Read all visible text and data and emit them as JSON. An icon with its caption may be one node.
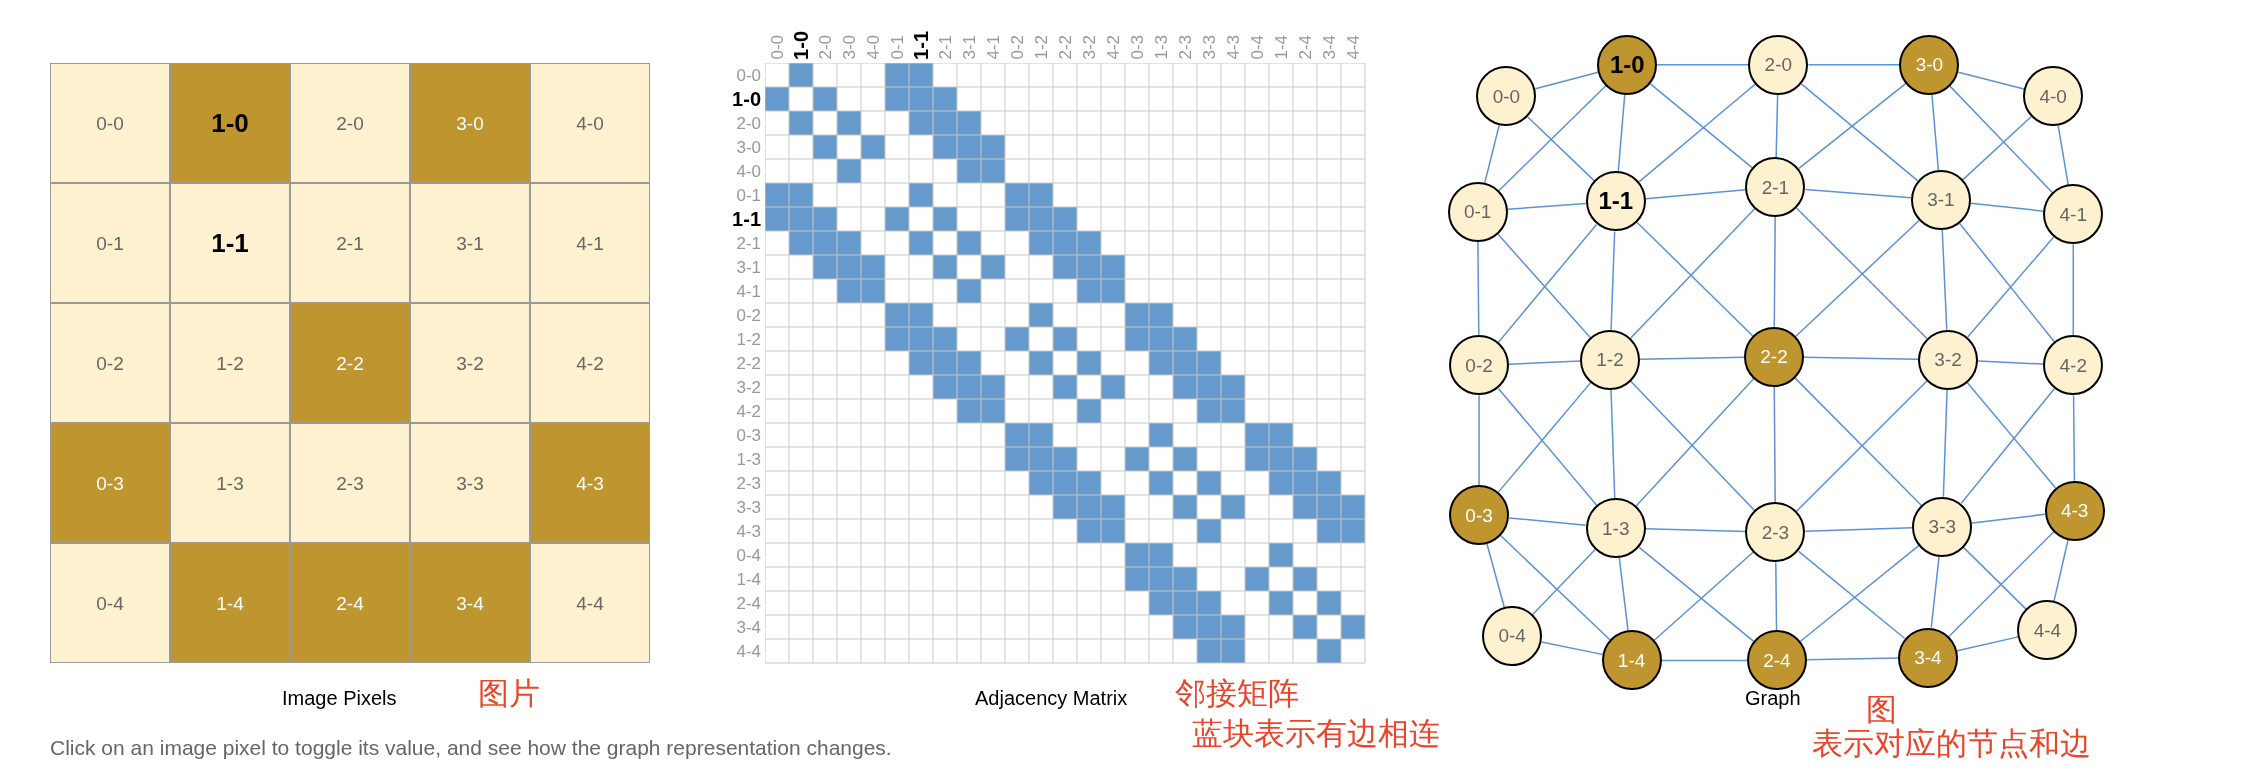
{
  "diagram": {
    "caption": "Click on an image pixel to toggle its value, and see how the graph representation changes.",
    "nodes": [
      {
        "text": [
          "0-0"
        ]
      },
      {
        "text": [
          "1-0"
        ]
      },
      {
        "text": [
          "2-0"
        ]
      },
      {
        "text": [
          "3-0"
        ]
      },
      {
        "text": [
          "4-0"
        ]
      },
      {
        "text": [
          "0-1"
        ]
      },
      {
        "text": [
          "1-1"
        ]
      },
      {
        "text": [
          "2-1"
        ]
      },
      {
        "text": [
          "3-1"
        ]
      },
      {
        "text": [
          "4-1"
        ]
      },
      {
        "text": [
          "0-2"
        ]
      },
      {
        "text": [
          "1-2"
        ]
      },
      {
        "text": [
          "2-2"
        ]
      },
      {
        "text": [
          "3-2"
        ]
      },
      {
        "text": [
          "4-2"
        ]
      },
      {
        "text": [
          "0-3"
        ]
      },
      {
        "text": [
          "1-3"
        ]
      },
      {
        "text": [
          "2-3"
        ]
      },
      {
        "text": [
          "3-3"
        ]
      },
      {
        "text": [
          "4-3"
        ]
      },
      {
        "text": [
          "0-4"
        ]
      },
      {
        "text": [
          "1-4"
        ]
      },
      {
        "text": [
          "2-4"
        ]
      },
      {
        "text": [
          "3-4"
        ]
      },
      {
        "text": [
          "4-4"
        ]
      },
      {
        "text": [
          "0-0"
        ]
      },
      {
        "text": [
          "1-0"
        ]
      },
      {
        "text": [
          "2-0"
        ]
      },
      {
        "text": [
          "3-0"
        ]
      },
      {
        "text": [
          "4-0"
        ]
      },
      {
        "text": [
          "0-1"
        ]
      },
      {
        "text": [
          "1-1"
        ]
      },
      {
        "text": [
          "2-1"
        ]
      },
      {
        "text": [
          "3-1"
        ]
      },
      {
        "text": [
          "4-1"
        ]
      },
      {
        "text": [
          "0-2"
        ]
      },
      {
        "text": [
          "1-2"
        ]
      },
      {
        "text": [
          "2-2"
        ]
      },
      {
        "text": [
          "3-2"
        ]
      },
      {
        "text": [
          "4-2"
        ]
      },
      {
        "text": [
          "0-3"
        ]
      },
      {
        "text": [
          "1-3"
        ]
      },
      {
        "text": [
          "2-3"
        ]
      },
      {
        "text": [
          "3-3"
        ]
      },
      {
        "text": [
          "4-3"
        ]
      },
      {
        "text": [
          "0-4"
        ]
      },
      {
        "text": [
          "1-4"
        ]
      },
      {
        "text": [
          "2-4"
        ]
      },
      {
        "text": [
          "3-4"
        ]
      },
      {
        "text": [
          "4-4"
        ]
      }
    ],
    "edges": [
      {
        "from": 25,
        "to": 26,
        "arrow": "none"
      },
      {
        "from": 25,
        "to": 30,
        "arrow": "none"
      },
      {
        "from": 25,
        "to": 31,
        "arrow": "none"
      },
      {
        "from": 26,
        "to": 27,
        "arrow": "none"
      },
      {
        "from": 26,
        "to": 31,
        "arrow": "none"
      },
      {
        "from": 26,
        "to": 32,
        "arrow": "none"
      },
      {
        "from": 26,
        "to": 30,
        "arrow": "none"
      },
      {
        "from": 27,
        "to": 28,
        "arrow": "none"
      },
      {
        "from": 27,
        "to": 32,
        "arrow": "none"
      },
      {
        "from": 27,
        "to": 33,
        "arrow": "none"
      },
      {
        "from": 27,
        "to": 31,
        "arrow": "none"
      },
      {
        "from": 28,
        "to": 29,
        "arrow": "none"
      },
      {
        "from": 28,
        "to": 33,
        "arrow": "none"
      },
      {
        "from": 28,
        "to": 34,
        "arrow": "none"
      },
      {
        "from": 28,
        "to": 32,
        "arrow": "none"
      },
      {
        "from": 29,
        "to": 34,
        "arrow": "none"
      },
      {
        "from": 29,
        "to": 33,
        "arrow": "none"
      },
      {
        "from": 30,
        "to": 31,
        "arrow": "none"
      },
      {
        "from": 30,
        "to": 35,
        "arrow": "none"
      },
      {
        "from": 30,
        "to": 36,
        "arrow": "none"
      },
      {
        "from": 31,
        "to": 32,
        "arrow": "none"
      },
      {
        "from": 31,
        "to": 36,
        "arrow": "none"
      },
      {
        "from": 31,
        "to": 37,
        "arrow": "none"
      },
      {
        "from": 31,
        "to": 35,
        "arrow": "none"
      },
      {
        "from": 32,
        "to": 33,
        "arrow": "none"
      },
      {
        "from": 32,
        "to": 37,
        "arrow": "none"
      },
      {
        "from": 32,
        "to": 38,
        "arrow": "none"
      },
      {
        "from": 32,
        "to": 36,
        "arrow": "none"
      },
      {
        "from": 33,
        "to": 34,
        "arrow": "none"
      },
      {
        "from": 33,
        "to": 38,
        "arrow": "none"
      },
      {
        "from": 33,
        "to": 39,
        "arrow": "none"
      },
      {
        "from": 33,
        "to": 37,
        "arrow": "none"
      },
      {
        "from": 34,
        "to": 39,
        "arrow": "none"
      },
      {
        "from": 34,
        "to": 38,
        "arrow": "none"
      },
      {
        "from": 35,
        "to": 36,
        "arrow": "none"
      },
      {
        "from": 35,
        "to": 40,
        "arrow": "none"
      },
      {
        "from": 35,
        "to": 41,
        "arrow": "none"
      },
      {
        "from": 36,
        "to": 37,
        "arrow": "none"
      },
      {
        "from": 36,
        "to": 41,
        "arrow": "none"
      },
      {
        "from": 36,
        "to": 42,
        "arrow": "none"
      },
      {
        "from": 36,
        "to": 40,
        "arrow": "none"
      },
      {
        "from": 37,
        "to": 38,
        "arrow": "none"
      },
      {
        "from": 37,
        "to": 42,
        "arrow": "none"
      },
      {
        "from": 37,
        "to": 43,
        "arrow": "none"
      },
      {
        "from": 37,
        "to": 41,
        "arrow": "none"
      },
      {
        "from": 38,
        "to": 39,
        "arrow": "none"
      },
      {
        "from": 38,
        "to": 43,
        "arrow": "none"
      },
      {
        "from": 38,
        "to": 44,
        "arrow": "none"
      },
      {
        "from": 38,
        "to": 42,
        "arrow": "none"
      },
      {
        "from": 39,
        "to": 44,
        "arrow": "none"
      },
      {
        "from": 39,
        "to": 43,
        "arrow": "none"
      },
      {
        "from": 40,
        "to": 41,
        "arrow": "none"
      },
      {
        "from": 40,
        "to": 45,
        "arrow": "none"
      },
      {
        "from": 40,
        "to": 46,
        "arrow": "none"
      },
      {
        "from": 41,
        "to": 42,
        "arrow": "none"
      },
      {
        "from": 41,
        "to": 46,
        "arrow": "none"
      },
      {
        "from": 41,
        "to": 47,
        "arrow": "none"
      },
      {
        "from": 41,
        "to": 45,
        "arrow": "none"
      },
      {
        "from": 42,
        "to": 43,
        "arrow": "none"
      },
      {
        "from": 42,
        "to": 47,
        "arrow": "none"
      },
      {
        "from": 42,
        "to": 48,
        "arrow": "none"
      },
      {
        "from": 42,
        "to": 46,
        "arrow": "none"
      },
      {
        "from": 43,
        "to": 44,
        "arrow": "none"
      },
      {
        "from": 43,
        "to": 48,
        "arrow": "none"
      },
      {
        "from": 43,
        "to": 49,
        "arrow": "none"
      },
      {
        "from": 43,
        "to": 47,
        "arrow": "none"
      },
      {
        "from": 44,
        "to": 49,
        "arrow": "none"
      },
      {
        "from": 44,
        "to": 48,
        "arrow": "none"
      },
      {
        "from": 45,
        "to": 46,
        "arrow": "none"
      },
      {
        "from": 46,
        "to": 47,
        "arrow": "none"
      },
      {
        "from": 47,
        "to": 48,
        "arrow": "none"
      },
      {
        "from": 48,
        "to": 49,
        "arrow": "none"
      }
    ],
    "labels": [
      "0-0",
      "1-0",
      "2-0",
      "3-0",
      "4-0",
      "0-1",
      "1-1",
      "2-1",
      "3-1",
      "4-1",
      "0-2",
      "1-2",
      "2-2",
      "3-2",
      "4-2",
      "0-3",
      "1-3",
      "2-3",
      "3-3",
      "4-3",
      "0-4",
      "1-4",
      "2-4",
      "3-4",
      "4-4",
      "0-0",
      "1-0",
      "2-0",
      "3-0",
      "4-0",
      "0-1",
      "1-1",
      "2-1",
      "3-1",
      "4-1",
      "0-2",
      "1-2",
      "2-2",
      "3-2",
      "4-2",
      "0-3",
      "1-3",
      "2-3",
      "3-3",
      "4-3",
      "0-4",
      "1-4",
      "2-4",
      "3-4",
      "4-4",
      "Image Pixels",
      "图片",
      "Adjacency Matrix",
      "邻接矩阵",
      "蓝块表示有边相连",
      "Graph",
      "图",
      "表示对应的节点和边"
    ]
  }
}
